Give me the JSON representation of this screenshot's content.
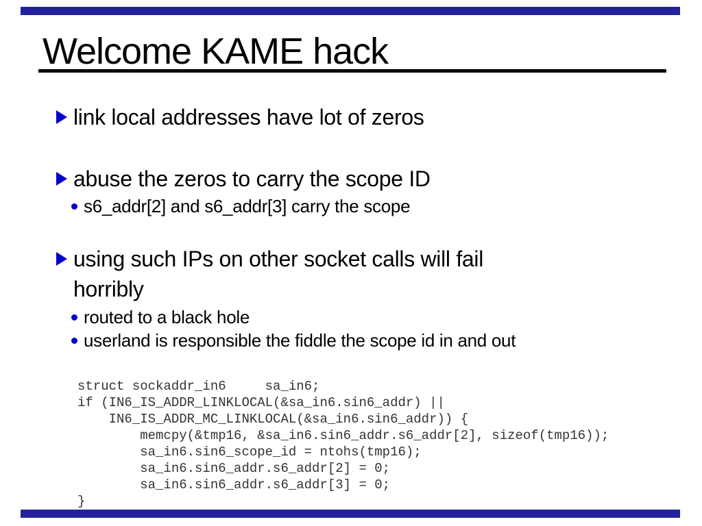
{
  "slide": {
    "title": "Welcome KAME hack",
    "bullet1": "link local addresses have lot of zeros",
    "bullet2": "abuse the zeros to carry the scope ID",
    "bullet2_sub1": "s6_addr[2] and s6_addr[3] carry the scope",
    "bullet3_line1": "using such IPs on other socket calls will fail",
    "bullet3_line2": "horribly",
    "bullet3_sub1": "routed to a black hole",
    "bullet3_sub2": "userland is responsible the fiddle the scope id in and out",
    "code_lines": [
      "struct sockaddr_in6     sa_in6;",
      "if (IN6_IS_ADDR_LINKLOCAL(&sa_in6.sin6_addr) ||",
      "    IN6_IS_ADDR_MC_LINKLOCAL(&sa_in6.sin6_addr)) {",
      "        memcpy(&tmp16, &sa_in6.sin6_addr.s6_addr[2], sizeof(tmp16));",
      "        sa_in6.sin6_scope_id = ntohs(tmp16);",
      "        sa_in6.sin6_addr.s6_addr[2] = 0;",
      "        sa_in6.sin6_addr.s6_addr[3] = 0;",
      "}"
    ]
  },
  "colors": {
    "accent_bar": "#22229e",
    "bullet_marker": "#0000cc",
    "title_underline": "#000000",
    "text": "#000000",
    "code_text": "#333333",
    "background": "#ffffff"
  }
}
